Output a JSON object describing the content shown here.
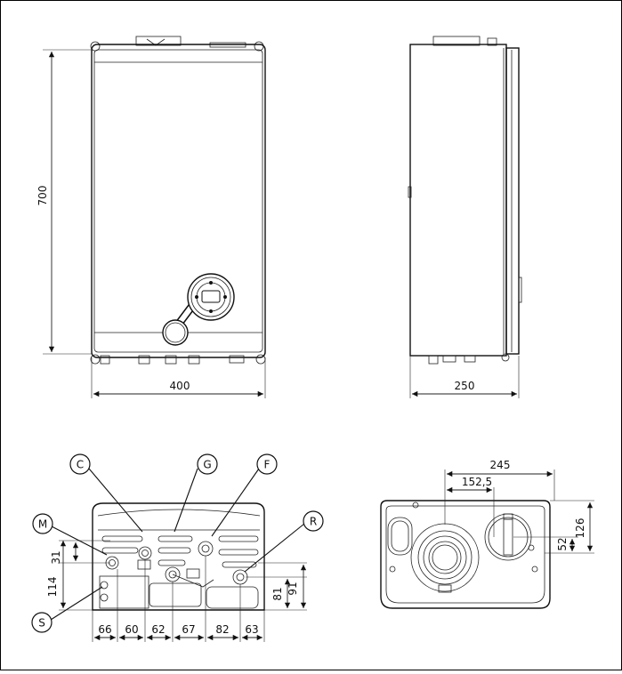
{
  "front_view": {
    "height_dim": "700",
    "width_dim": "400"
  },
  "side_view": {
    "depth_dim": "250"
  },
  "bottom_view": {
    "callouts": {
      "c": "C",
      "g": "G",
      "f": "F",
      "m": "M",
      "r": "R",
      "s": "S"
    },
    "vertical_dims": {
      "d31": "31",
      "d114": "114",
      "d81": "81",
      "d91": "91"
    },
    "horizontal_dims": [
      "66",
      "60",
      "62",
      "67",
      "82",
      "63"
    ]
  },
  "top_view": {
    "d245": "245",
    "d152": "152,5",
    "d52": "52",
    "d126": "126"
  }
}
